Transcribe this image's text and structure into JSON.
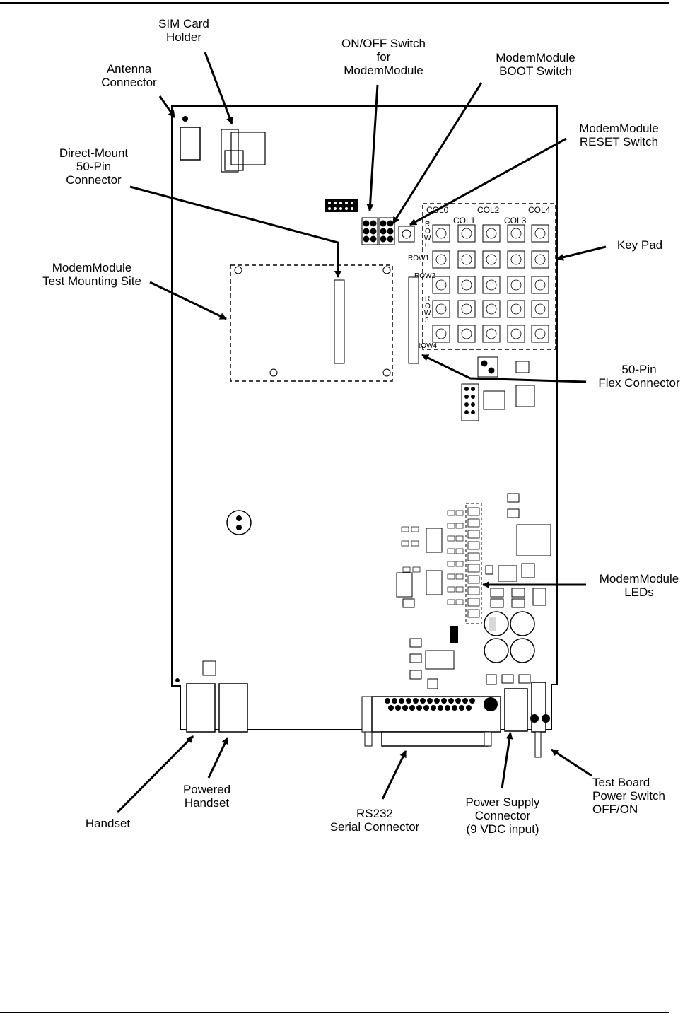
{
  "callouts": {
    "sim_card_holder": [
      "SIM Card",
      "Holder"
    ],
    "on_off_switch": [
      "ON/OFF Switch",
      "for",
      "ModemModule"
    ],
    "antenna_connector": [
      "Antenna",
      "Connector"
    ],
    "boot_switch": [
      "ModemModule",
      "BOOT Switch"
    ],
    "reset_switch": [
      "ModemModule",
      "RESET Switch"
    ],
    "direct_mount": [
      "Direct-Mount",
      "50-Pin",
      "Connector"
    ],
    "key_pad": [
      "Key Pad"
    ],
    "test_mounting_site": [
      "ModemModule",
      "Test Mounting Site"
    ],
    "flex_connector": [
      "50-Pin",
      "Flex Connector"
    ],
    "modem_leds": [
      "ModemModule",
      "LEDs"
    ],
    "handset": [
      "Handset"
    ],
    "powered_handset": [
      "Powered",
      "Handset"
    ],
    "rs232": [
      "RS232",
      "Serial Connector"
    ],
    "power_supply": [
      "Power Supply",
      "Connector",
      "(9 VDC input)"
    ],
    "power_switch": [
      "Test Board",
      "Power Switch",
      "OFF/ON"
    ]
  },
  "keypad": {
    "col_labels": [
      "COL0",
      "COL1",
      "COL2",
      "COL3",
      "COL4"
    ],
    "row_labels": [
      "R",
      "O",
      "W",
      "0",
      "ROW1",
      "ROW2",
      "R",
      "O",
      "W",
      "3",
      "ROW4"
    ]
  }
}
